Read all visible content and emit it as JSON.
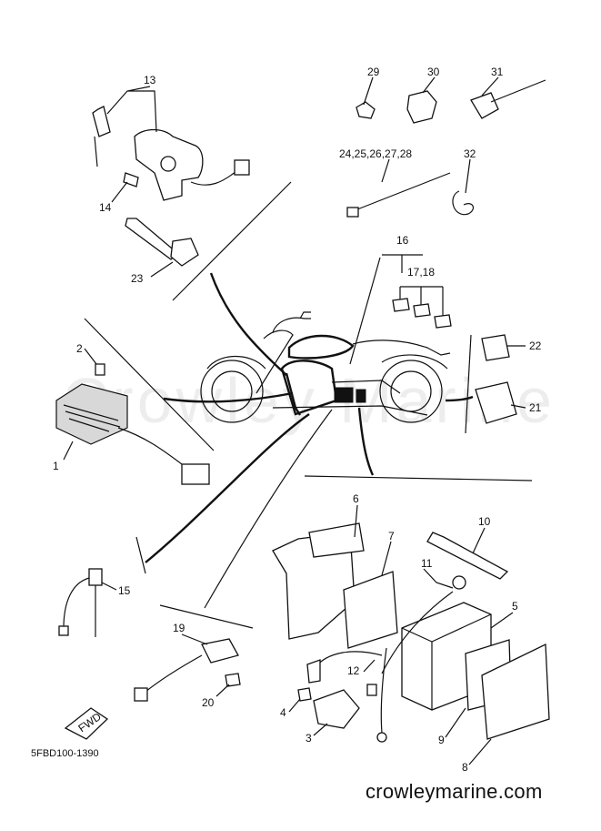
{
  "watermark": "Crowley Marine",
  "drawing_code": "5FBD100-1390",
  "footer": "crowleymarine.com",
  "fwd_label": "FWD",
  "callouts": {
    "c1": "1",
    "c2": "2",
    "c3": "3",
    "c4": "4",
    "c5": "5",
    "c6": "6",
    "c7": "7",
    "c8": "8",
    "c9": "9",
    "c10": "10",
    "c11": "11",
    "c12": "12",
    "c13": "13",
    "c14": "14",
    "c15": "15",
    "c16": "16",
    "c17_18": "17,18",
    "c19": "19",
    "c20": "20",
    "c21": "21",
    "c22": "22",
    "c23": "23",
    "c24_28": "24,25,26,27,28",
    "c29": "29",
    "c30": "30",
    "c31": "31",
    "c32": "32"
  }
}
